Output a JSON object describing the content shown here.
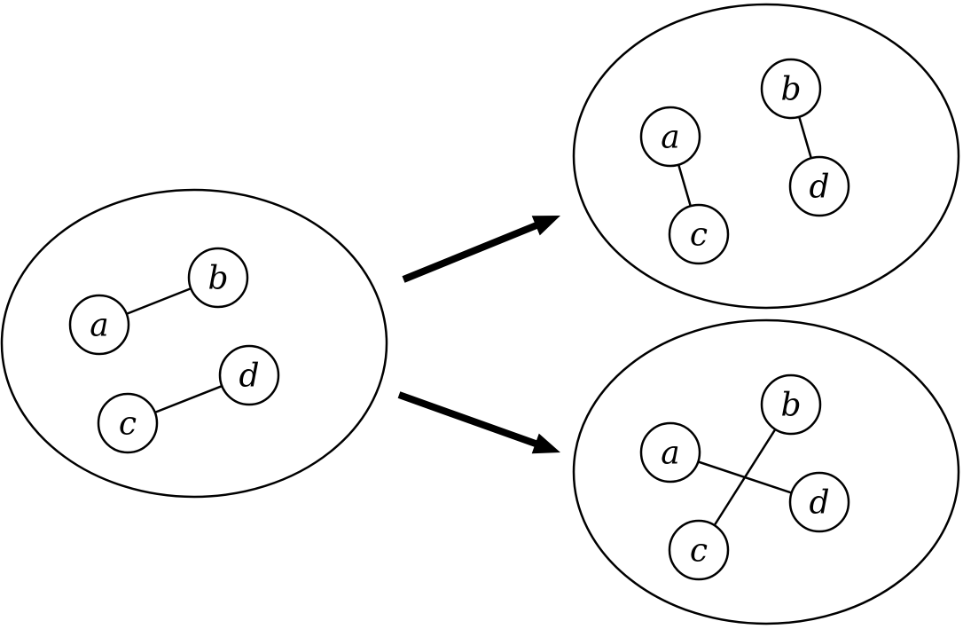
{
  "colors": {
    "stroke": "#000000",
    "node_fill": "#ffffff",
    "background": "#ffffff"
  },
  "groups": [
    {
      "id": "source",
      "nodes": [
        {
          "id": "a",
          "label": "a"
        },
        {
          "id": "b",
          "label": "b"
        },
        {
          "id": "c",
          "label": "c"
        },
        {
          "id": "d",
          "label": "d"
        }
      ],
      "edges": [
        [
          "a",
          "b"
        ],
        [
          "c",
          "d"
        ]
      ]
    },
    {
      "id": "result-top",
      "nodes": [
        {
          "id": "a",
          "label": "a"
        },
        {
          "id": "b",
          "label": "b"
        },
        {
          "id": "c",
          "label": "c"
        },
        {
          "id": "d",
          "label": "d"
        }
      ],
      "edges": [
        [
          "a",
          "c"
        ],
        [
          "b",
          "d"
        ]
      ]
    },
    {
      "id": "result-bottom",
      "nodes": [
        {
          "id": "a",
          "label": "a"
        },
        {
          "id": "b",
          "label": "b"
        },
        {
          "id": "c",
          "label": "c"
        },
        {
          "id": "d",
          "label": "d"
        }
      ],
      "edges": [
        [
          "a",
          "d"
        ],
        [
          "b",
          "c"
        ]
      ]
    }
  ],
  "arrows": [
    {
      "from": "source",
      "to": "result-top"
    },
    {
      "from": "source",
      "to": "result-bottom"
    }
  ]
}
